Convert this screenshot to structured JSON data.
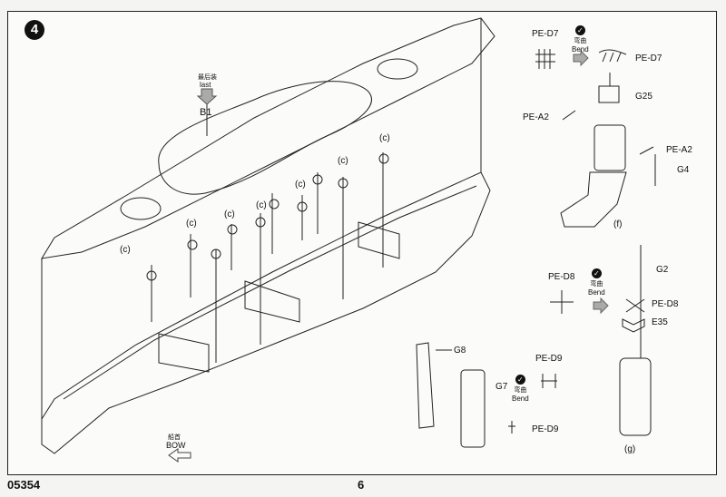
{
  "step": {
    "number": "4"
  },
  "hull_labels": {
    "last_cn": "最后装",
    "last": "last",
    "b1": "B1",
    "c": "(c)",
    "bow_cn": "船首",
    "bow": "BOW"
  },
  "detail_f": {
    "pe_d7_left": "PE-D7",
    "bend_cn": "弯曲",
    "bend": "Bend",
    "pe_d7_right": "PE-D7",
    "g25": "G25",
    "pe_a2_left": "PE-A2",
    "pe_a2_right": "PE-A2",
    "g4": "G4",
    "caption": "(f)"
  },
  "detail_g": {
    "g2": "G2",
    "pe_d8_left": "PE-D8",
    "bend_cn": "弯曲",
    "bend": "Bend",
    "pe_d8_right": "PE-D8",
    "e35": "E35",
    "caption": "(g)"
  },
  "detail_mast": {
    "g8": "G8",
    "g7": "G7",
    "pe_d9_top": "PE-D9",
    "bend_cn": "弯曲",
    "bend": "Bend",
    "pe_d9_bottom": "PE-D9"
  },
  "footer": {
    "kit_number": "05354",
    "page": "6"
  }
}
